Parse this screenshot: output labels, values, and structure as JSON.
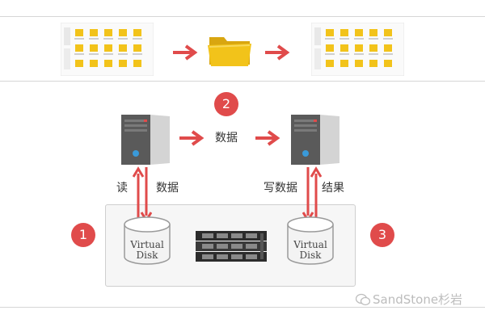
{
  "diagram": {
    "step_numbers": [
      "1",
      "2",
      "3"
    ],
    "top_arrow_label": "数据",
    "left_label_read": "读",
    "left_label_data": "数据",
    "right_label_write_data": "写数据",
    "right_label_result": "结果",
    "disk_left": {
      "line1": "Virtual",
      "line2": "Disk"
    },
    "disk_right": {
      "line1": "Virtual",
      "line2": "Disk"
    }
  },
  "watermark": "SandStone杉岩",
  "colors": {
    "accent_red": "#e04b4b",
    "folder_yellow": "#f2c31a",
    "divider": "#d6d6d6"
  },
  "icons": [
    "document-thumbnail-icon",
    "folder-icon",
    "server-icon",
    "database-cylinder-icon",
    "rack-server-icon",
    "wechat-icon"
  ]
}
